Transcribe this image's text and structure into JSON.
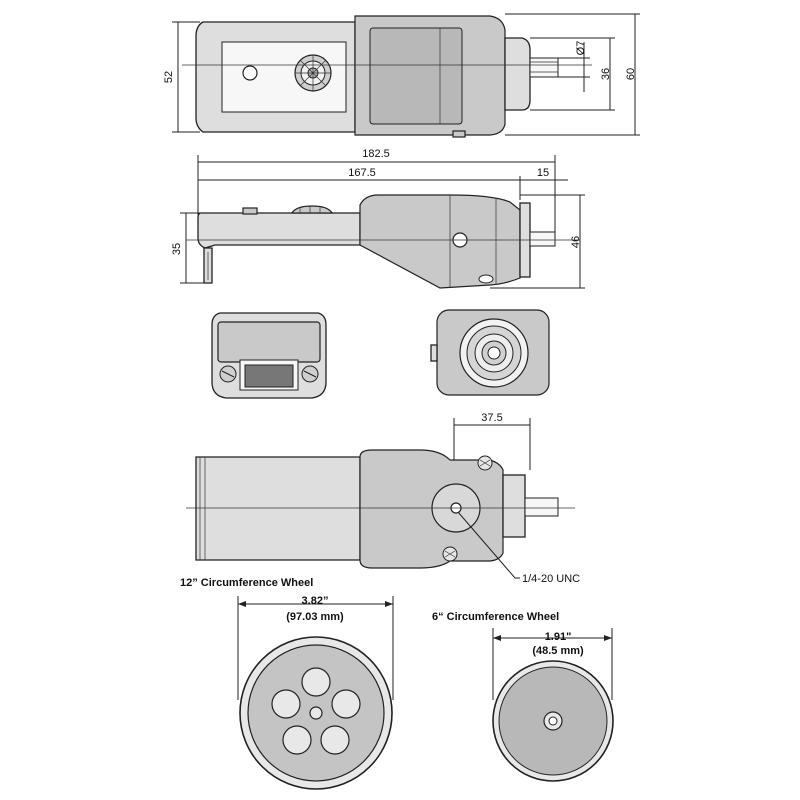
{
  "dimensions": {
    "top_view": {
      "height": "52",
      "overall_height": "60",
      "shaft_diameter": "Ø7",
      "shaft_offset": "36"
    },
    "side_view": {
      "overall_length": "182.5",
      "body_length": "167.5",
      "shaft_length": "15",
      "rear_height": "35",
      "front_height": "46"
    },
    "bottom_view": {
      "mount_offset": "37.5",
      "thread": "1/4-20 UNC"
    }
  },
  "wheels": {
    "large": {
      "caption": "12” Circumference Wheel",
      "diameter_in": "3.82”",
      "diameter_mm": "(97.03 mm)"
    },
    "small": {
      "caption": "6“ Circumference Wheel",
      "diameter_in": "1.91\"",
      "diameter_mm": "(48.5 mm)"
    }
  },
  "colors": {
    "body": "#dedede",
    "line": "#222222",
    "wheel_fill": "#b8b8b8"
  }
}
